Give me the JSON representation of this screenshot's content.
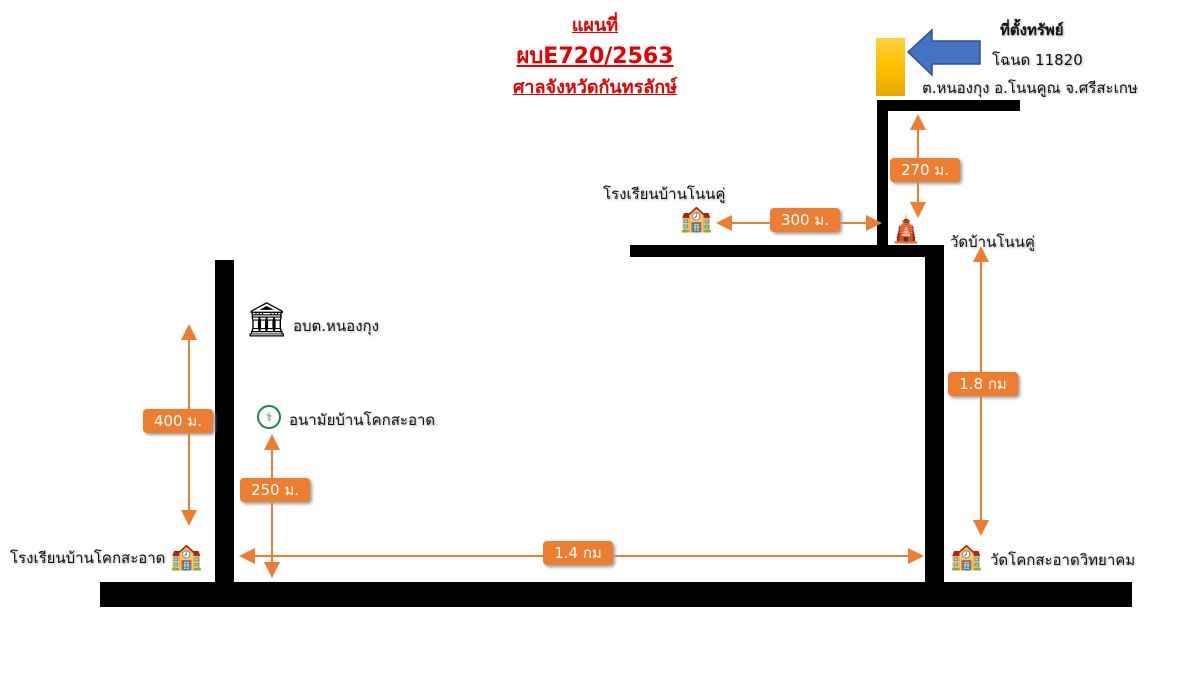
{
  "title": {
    "line1": "แผนที่",
    "line2": "ผบE720/2563",
    "line3": "ศาลจังหวัดกันทรลักษ์"
  },
  "property": {
    "heading": "ที่ตั้งทรัพย์",
    "deed": "โฉนด 11820",
    "address": "ต.หนองกุง อ.โนนคูณ จ.ศรีสะเกษ"
  },
  "places": {
    "school_nonku": "โรงเรียนบ้านโนนคู่",
    "temple_nonku": "วัดบ้านโนนคู่",
    "obt": "อบต.หนองกุง",
    "health": "อนามัยบ้านโคกสะอาด",
    "school_khoksaat": "โรงเรียนบ้านโคกสะอาด",
    "temple_khoksaat": "วัดโคกสะอาดวิทยาคม"
  },
  "distances": {
    "d270": "270 ม.",
    "d300": "300 ม.",
    "d18": "1.8 กม",
    "d400": "400 ม.",
    "d250": "250 ม.",
    "d14": "1.4 กม"
  },
  "colors": {
    "road": "#000000",
    "distance": "#ed7d31",
    "arrow": "#4472c4",
    "property": "#ffc000",
    "title": "#e60000"
  }
}
